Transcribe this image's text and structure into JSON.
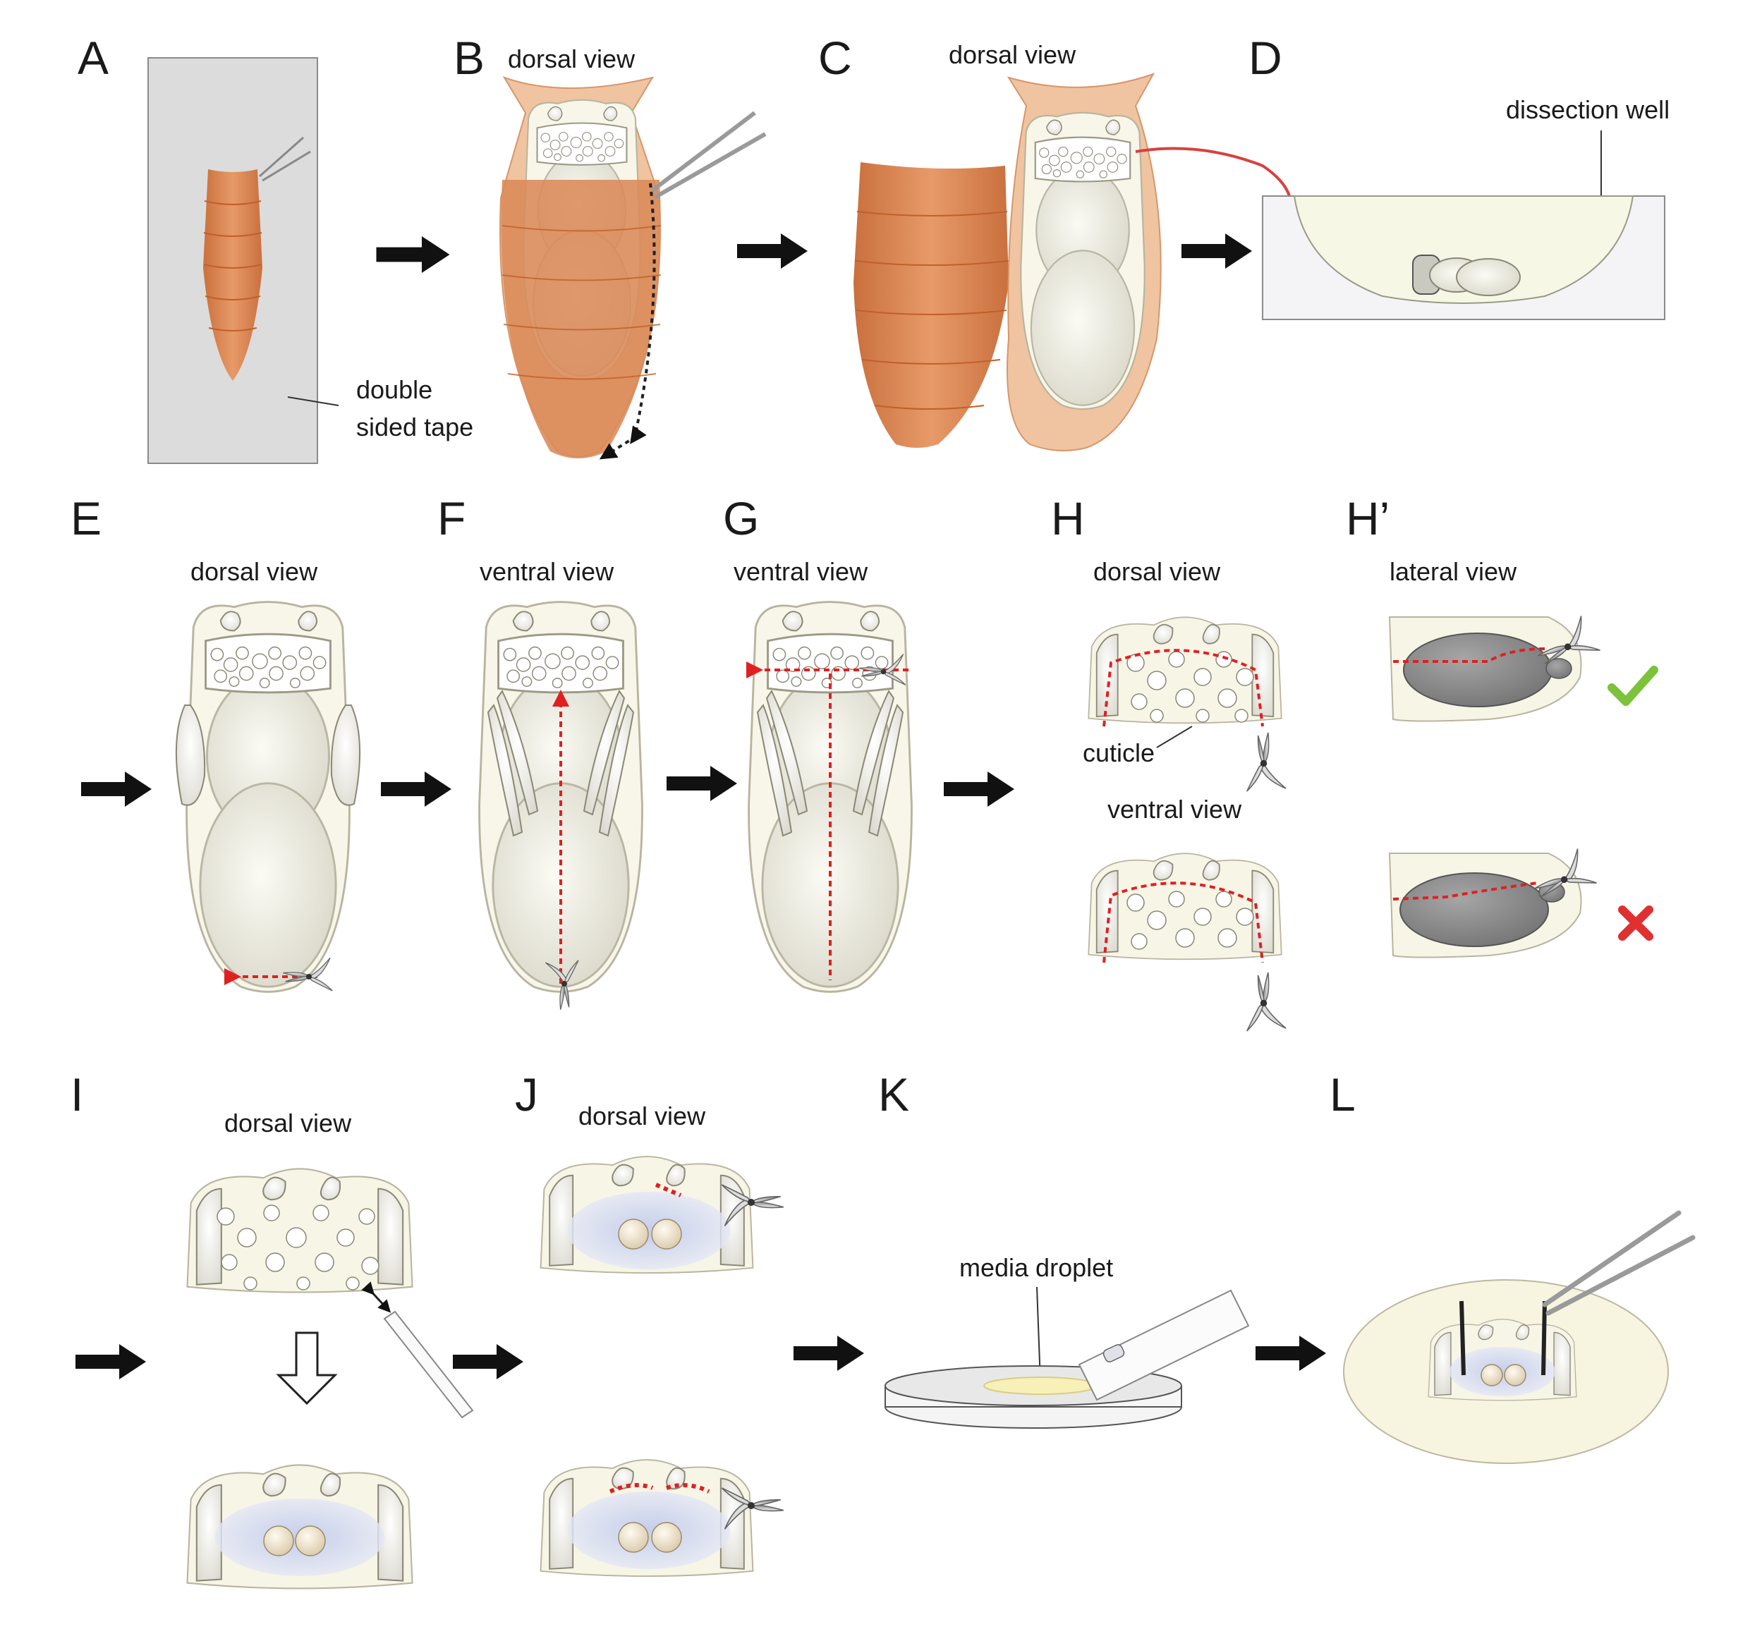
{
  "panels": {
    "A": {
      "letter": "A",
      "annotation_line1": "double",
      "annotation_line2": "sided tape"
    },
    "B": {
      "letter": "B",
      "view": "dorsal view"
    },
    "C": {
      "letter": "C",
      "view": "dorsal view"
    },
    "D": {
      "letter": "D",
      "annotation": "dissection well"
    },
    "E": {
      "letter": "E",
      "view": "dorsal view"
    },
    "F": {
      "letter": "F",
      "view": "ventral view"
    },
    "G": {
      "letter": "G",
      "view": "ventral view"
    },
    "H": {
      "letter": "H",
      "view_top": "dorsal view",
      "view_bottom": "ventral view",
      "annotation": "cuticle"
    },
    "H_prime": {
      "letter": "H’",
      "view": "lateral view",
      "correct_mark": "check-icon",
      "wrong_mark": "cross-icon"
    },
    "I": {
      "letter": "I",
      "view": "dorsal view"
    },
    "J": {
      "letter": "J",
      "view": "dorsal view"
    },
    "K": {
      "letter": "K",
      "annotation": "media droplet"
    },
    "L": {
      "letter": "L"
    }
  },
  "colors": {
    "pupa_orange": "#d98a58",
    "pupa_light": "#f0c4a0",
    "segment_line": "#c0602a",
    "tissue": "#f5f3e6",
    "tissue_edge": "#b8b4a0",
    "tape": "#dcdcdc",
    "cut_line": "#e02020",
    "arrow": "#111111",
    "check": "#7cc23a",
    "cross": "#e03030"
  },
  "icons": [
    "flow-arrow-icon",
    "forceps-icon",
    "scissors-icon",
    "pipette-icon",
    "down-arrow-icon"
  ]
}
